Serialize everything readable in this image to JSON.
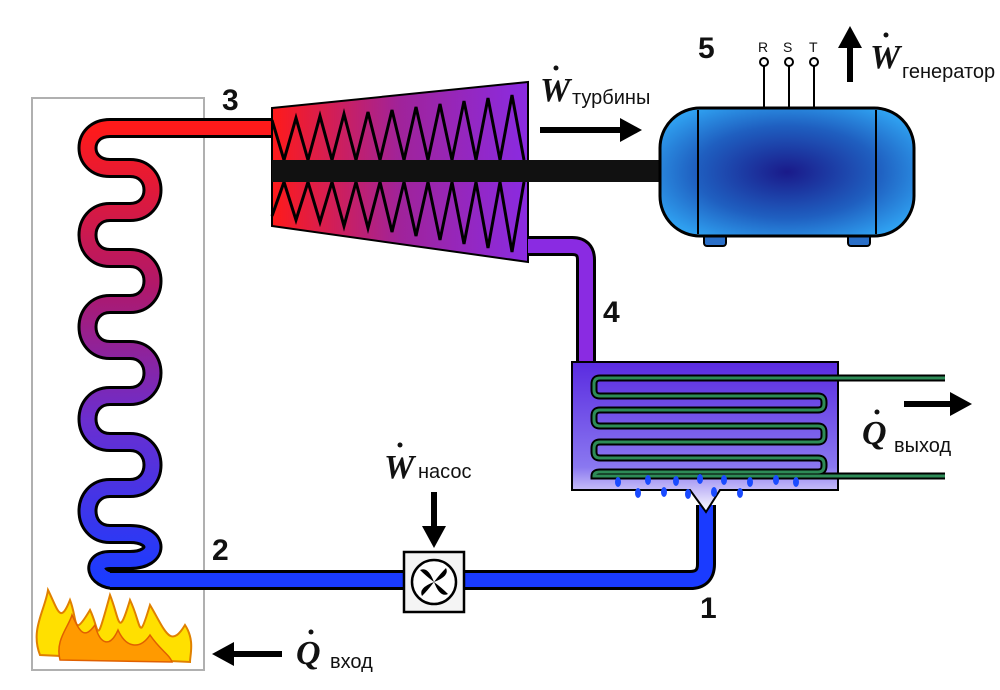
{
  "points": {
    "p1": "1",
    "p2": "2",
    "p3": "3",
    "p4": "4",
    "p5": "5"
  },
  "work_turbine": {
    "symbol": "W",
    "subscript": "турбины"
  },
  "work_generator": {
    "symbol": "W",
    "subscript": "генератор"
  },
  "work_pump": {
    "symbol": "W",
    "subscript": "насос"
  },
  "heat_in": {
    "symbol": "Q",
    "subscript": "вход"
  },
  "heat_out": {
    "symbol": "Q",
    "subscript": "выход"
  },
  "generator_terminals": [
    "R",
    "S",
    "T"
  ],
  "colors": {
    "hot": "#ff1a1a",
    "warm": "#8a1a8a",
    "vapor": "#8a2be2",
    "cold": "#1a3bff",
    "generator": "#1f7fd6",
    "condenser_water": "#6a2ee8",
    "coil": "#2e8b57",
    "flame": "#ffb400"
  },
  "icons": [
    "flame-icon",
    "fan-icon",
    "arrow-icon",
    "terminal-icon"
  ]
}
